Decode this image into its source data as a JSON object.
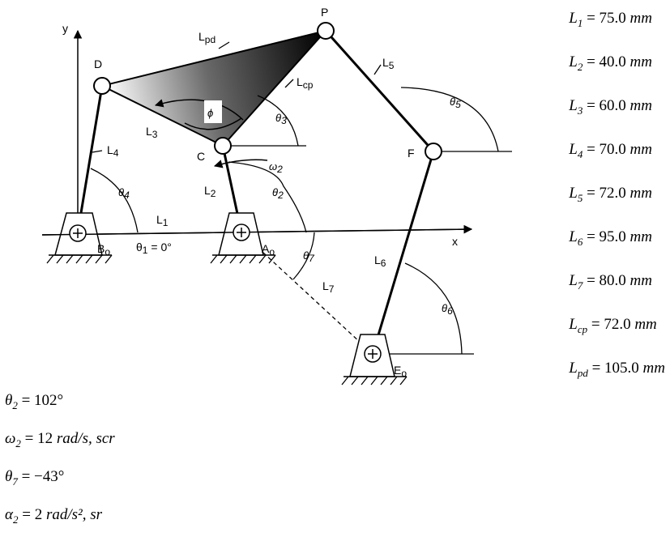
{
  "labels": {
    "P": "P",
    "D": "D",
    "C": "C",
    "F": "F",
    "Bo": "B",
    "Ao": "A",
    "Eo": "E",
    "o_sub": "o",
    "x": "x",
    "y": "y",
    "Lpd": "L",
    "Lpd_sub": "pd",
    "Lcp": "L",
    "Lcp_sub": "cp",
    "L1": "L",
    "L1_sub": "1",
    "L2": "L",
    "L2_sub": "2",
    "L3": "L",
    "L3_sub": "3",
    "L4": "L",
    "L4_sub": "4",
    "L5": "L",
    "L5_sub": "5",
    "L6": "L",
    "L6_sub": "6",
    "L7": "L",
    "L7_sub": "7",
    "theta1": "θ",
    "theta1_sub": "1",
    "theta1_val": " = 0°",
    "theta2": "θ",
    "theta2_sub": "2",
    "theta3": "θ",
    "theta3_sub": "3",
    "theta4": "θ",
    "theta4_sub": "4",
    "theta5": "θ",
    "theta5_sub": "5",
    "theta6": "θ",
    "theta6_sub": "6",
    "theta7": "θ",
    "theta7_sub": "7",
    "omega2": "ω",
    "omega2_sub": "2",
    "phi": "ϕ"
  },
  "params": [
    {
      "sym": "L",
      "sub": "1",
      "val": " = 75.0 ",
      "unit": "mm"
    },
    {
      "sym": "L",
      "sub": "2",
      "val": " = 40.0 ",
      "unit": "mm"
    },
    {
      "sym": "L",
      "sub": "3",
      "val": " = 60.0 ",
      "unit": "mm"
    },
    {
      "sym": "L",
      "sub": "4",
      "val": " = 70.0 ",
      "unit": "mm"
    },
    {
      "sym": "L",
      "sub": "5",
      "val": " = 72.0 ",
      "unit": "mm"
    },
    {
      "sym": "L",
      "sub": "6",
      "val": " = 95.0 ",
      "unit": "mm"
    },
    {
      "sym": "L",
      "sub": "7",
      "val": " = 80.0 ",
      "unit": "mm"
    },
    {
      "sym": "L",
      "sub": "cp",
      "val": " = 72.0 ",
      "unit": "mm"
    },
    {
      "sym": "L",
      "sub": "pd",
      "val": " = 105.0 ",
      "unit": "mm"
    }
  ],
  "givens": {
    "theta2": {
      "sym": "θ",
      "sub": "2",
      "val": " = 102°"
    },
    "omega2": {
      "sym": "ω",
      "sub": "2",
      "val": " = 12 ",
      "unit": "rad/s, scr"
    },
    "theta7": {
      "sym": "θ",
      "sub": "7",
      "val": " = −43°"
    },
    "alpha2": {
      "sym": "α",
      "sub": "2",
      "val": " = 2 ",
      "unit": "rad/s², sr"
    }
  }
}
